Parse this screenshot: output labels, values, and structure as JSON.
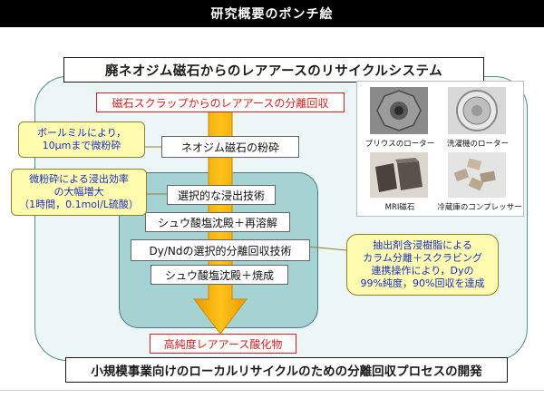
{
  "header": {
    "title": "研究概要のポンチ絵"
  },
  "diagram": {
    "title": "廃ネオジム磁石からのレアアースのリサイクルシステム",
    "flow_start": "磁石スクラップからのレアアースの分離回収",
    "flow_end": "高純度レアアース酸化物",
    "bottom_banner": "小規模事業向けのローカルリサイクルのための分離回収プロセスの開発",
    "steps": [
      "ネオジム磁石の粉砕",
      "選択的な浸出技術",
      "シュウ酸塩沈殿＋再溶解",
      "Dy/Ndの選択的分離回収技術",
      "シュウ酸塩沈殿＋焼成"
    ],
    "callouts": {
      "milling": [
        "ボールミルにより，",
        "10μmまで微粉砕"
      ],
      "leaching": [
        "微粉砕による浸出効率",
        "の大幅増大",
        "（1時間，0.1mol/L硫酸）"
      ],
      "separation": [
        "抽出剤含浸樹脂による",
        "カラム分離＋スクラビング",
        "連携操作により，Dyの",
        "99%純度，90%回収を達成"
      ]
    },
    "photos": [
      {
        "caption": "プリウスのローター",
        "icon": "rotor-photo"
      },
      {
        "caption": "洗濯機のローター",
        "icon": "washer-rotor-photo"
      },
      {
        "caption": "MRI磁石",
        "icon": "magnet-blocks-photo"
      },
      {
        "caption": "冷蔵庫のコンプレッサー",
        "icon": "compressor-magnets-photo"
      }
    ],
    "colors": {
      "arrow": "#f5b400",
      "outer_frame": "#ecf6f6",
      "inner_frame": "#a5d3d3",
      "red_label": "#d42020",
      "callout_bg": "#fffcb0",
      "callout_text": "#1a2fc4"
    }
  }
}
